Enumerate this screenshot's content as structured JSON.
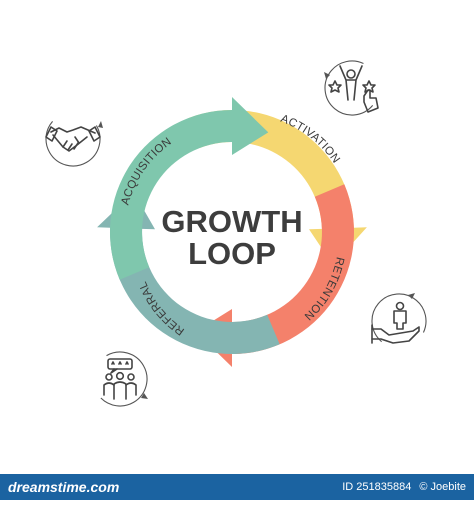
{
  "diagram": {
    "title_line1": "GROWTH",
    "title_line2": "LOOP",
    "stages": [
      {
        "label": "ACTIVATION",
        "color": "#f5d771",
        "icon": "celebrating-person-icon"
      },
      {
        "label": "RETENTION",
        "color": "#f4816b",
        "icon": "person-on-hand-icon"
      },
      {
        "label": "REFERRAL",
        "color": "#84b5b2",
        "icon": "group-review-icon"
      },
      {
        "label": "ACQUISITION",
        "color": "#7fc7ad",
        "icon": "handshake-icon"
      }
    ],
    "title_color": "#3d3d3d"
  },
  "footer": {
    "brand": "dreamstime.com",
    "id_text": "ID 251835884",
    "author": "© Joebite",
    "background": "#1b63a1",
    "text_color": "#ffffff"
  }
}
